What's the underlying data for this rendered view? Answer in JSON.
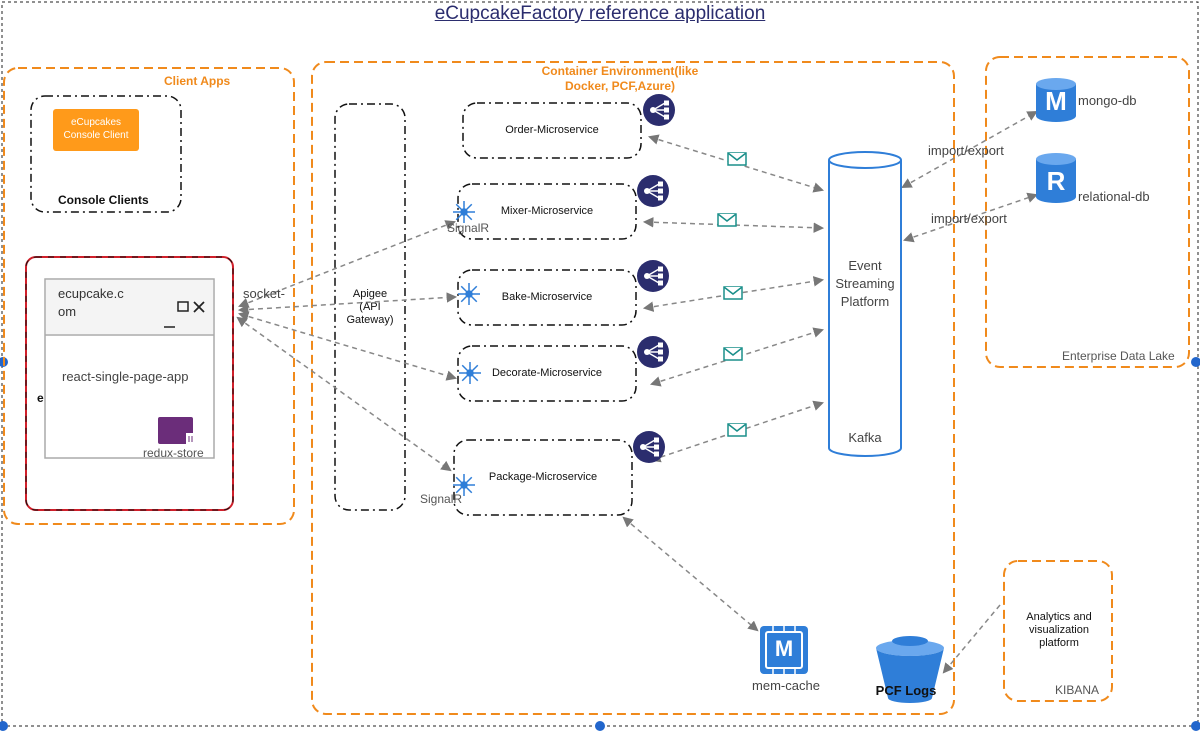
{
  "title": "eCupcakeFactory reference application",
  "groups": {
    "client_apps": "Client Apps",
    "container": "Container Environment(like\nDocker, PCF,Azure)",
    "data_lake": "Enterprise Data Lake",
    "kibana": "KIBANA"
  },
  "console": {
    "client_button": "eCupcakes\nConsole Client",
    "label": "Console Clients"
  },
  "browser": {
    "url": "ecupcake.c\nom",
    "app": "react-single-page-app",
    "store": "redux-store",
    "cut_letter": "e"
  },
  "connections": {
    "socket": "socket-",
    "signalr_top": "SignalR",
    "signalr_bottom": "SignalR",
    "import_export_1": "import/export",
    "import_export_2": "import/export"
  },
  "gateway": "Apigee\n(API\nGateway)",
  "services": [
    {
      "name": "Order-Microservice"
    },
    {
      "name": "Mixer-Microservice"
    },
    {
      "name": "Bake-Microservice"
    },
    {
      "name": "Decorate-Microservice"
    },
    {
      "name": "Package-Microservice"
    }
  ],
  "kafka": {
    "title": "Event\nStreaming\nPlatform",
    "name": "Kafka"
  },
  "databases": {
    "mongo": "mongo-db",
    "mongo_letter": "M",
    "relational": "relational-db",
    "relational_letter": "R"
  },
  "memcache": {
    "label": "mem-cache",
    "letter": "M"
  },
  "pcf_logs": "PCF Logs",
  "analytics": "Analytics and\nvisualization\nplatform",
  "colors": {
    "orange": "#f08a1c",
    "navy": "#2b2d6e",
    "blue": "#2f7ed8",
    "teal": "#1a8f8a",
    "purple": "#6b2d7a",
    "red": "#d01f2a"
  }
}
